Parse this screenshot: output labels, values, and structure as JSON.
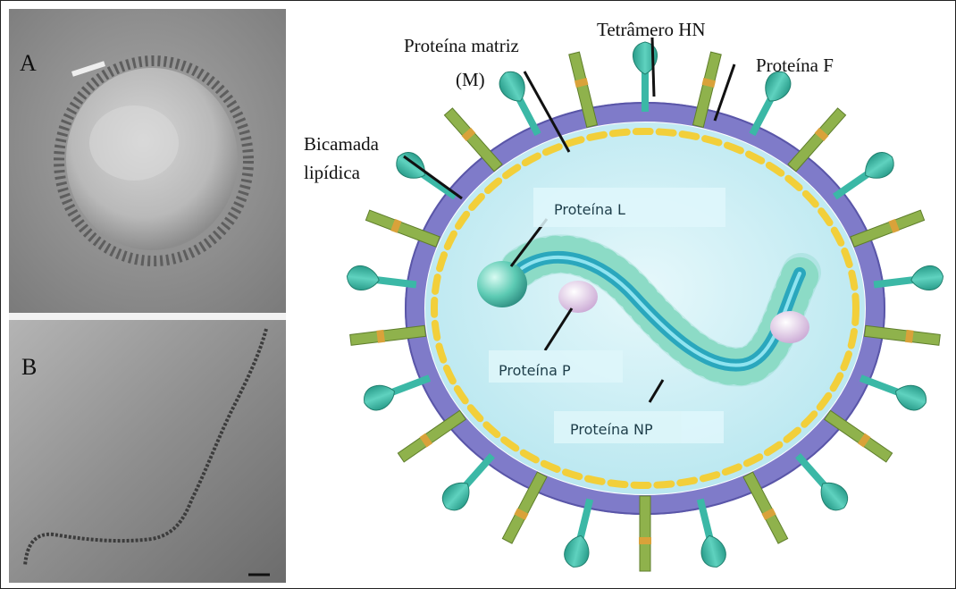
{
  "panels": {
    "a_letter": "A",
    "b_letter": "B"
  },
  "labels": {
    "matrix_line1": "Proteína matriz",
    "matrix_line2": "(M)",
    "hn": "Tetrâmero HN",
    "f": "Proteína F",
    "bilayer_line1": "Bicamada",
    "bilayer_line2": "lipídica",
    "l": "Proteína L",
    "p": "Proteína P",
    "np": "Proteína NP"
  },
  "colors": {
    "membrane": "#7f7bc9",
    "interior": "#bfeaf2",
    "matrix": "#f2cf3a",
    "hn_spike": "#3bb8a6",
    "f_spike": "#8fb24c",
    "nucleocapsid": "#48b9c9",
    "np_bead": "#97e0cc",
    "p_protein": "#e4c9ea"
  }
}
